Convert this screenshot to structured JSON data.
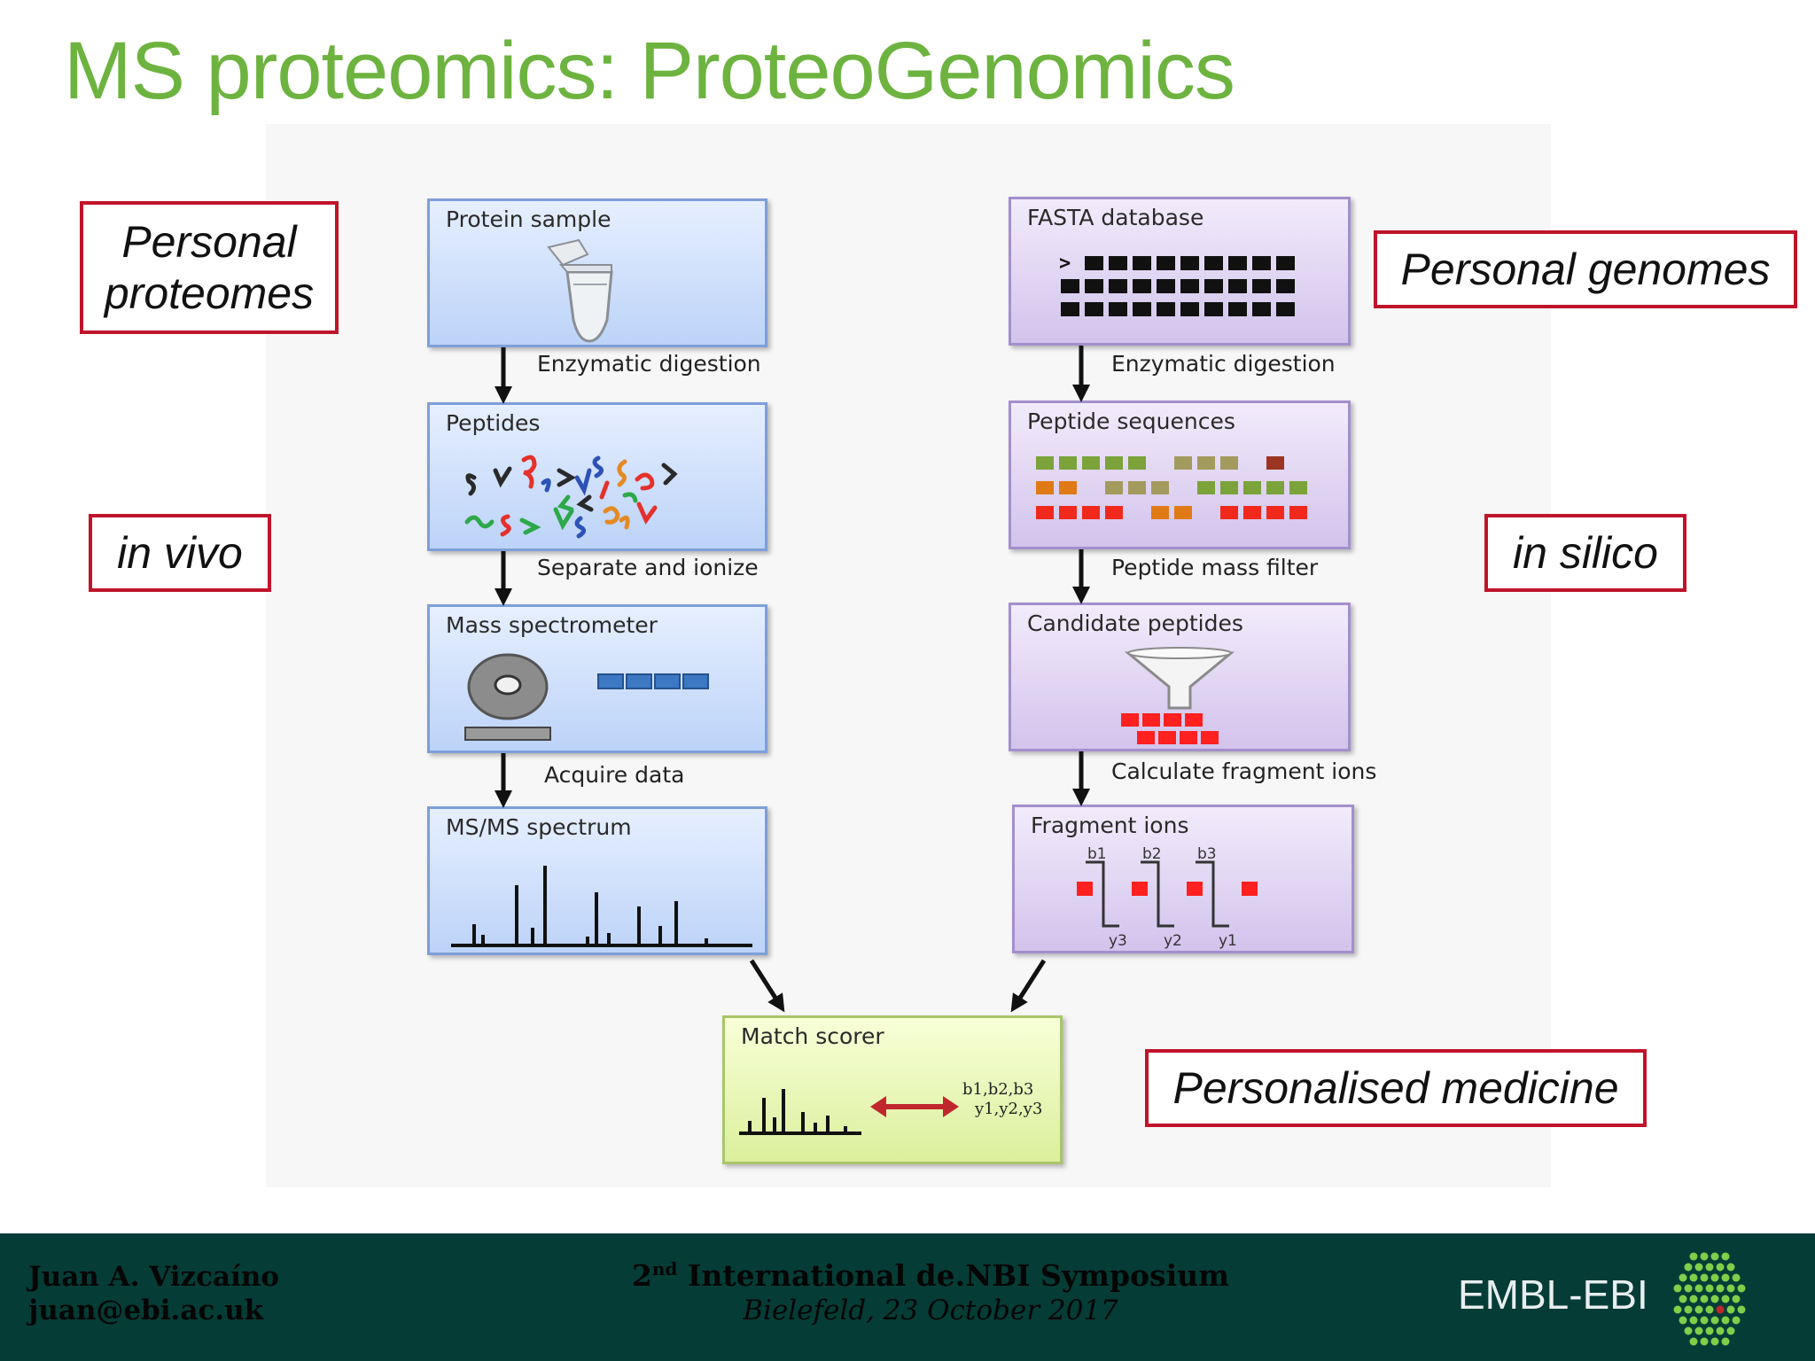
{
  "slide": {
    "title": "MS proteomics: ProteoGenomics"
  },
  "left_column": {
    "protein_sample": "Protein sample",
    "step_digestion": "Enzymatic digestion",
    "peptides": "Peptides",
    "step_separate": "Separate and ionize",
    "mass_spectrometer": "Mass spectrometer",
    "step_acquire": "Acquire data",
    "msms_spectrum": "MS/MS spectrum"
  },
  "right_column": {
    "fasta_database": "FASTA database",
    "fasta_prompt": ">",
    "step_digestion": "Enzymatic digestion",
    "peptide_sequences": "Peptide sequences",
    "step_mass_filter": "Peptide mass filter",
    "candidate_peptides": "Candidate peptides",
    "step_fragment": "Calculate fragment ions",
    "fragment_ions": "Fragment ions",
    "b_ions": [
      "b1",
      "b2",
      "b3"
    ],
    "y_ions": [
      "y3",
      "y2",
      "y1"
    ]
  },
  "match": {
    "title": "Match scorer",
    "b_list": "b1,b2,b3",
    "y_list": "y1,y2,y3"
  },
  "callouts": {
    "personal_proteomes_1": "Personal",
    "personal_proteomes_2": "proteomes",
    "personal_genomes": "Personal genomes",
    "in_vivo": "in vivo",
    "in_silico": "in silico",
    "personalised_medicine": "Personalised medicine"
  },
  "footer": {
    "author": "Juan A. Vizcaíno",
    "email": "juan@ebi.ac.uk",
    "event_ordinal": "2",
    "event_suffix": "nd",
    "event_name": "International de.NBI Symposium",
    "place_date": "Bielefeld, 23 October 2017",
    "logo_text": "EMBL-EBI"
  },
  "colors": {
    "title_green": "#6db33f",
    "callout_red": "#c0142a",
    "footer_bg": "#053c36",
    "peptide_green": "#7ba33a",
    "peptide_olive": "#a39a5e",
    "peptide_orange": "#e07a16",
    "peptide_red": "#f0291c",
    "peptide_dark": "#9b3522",
    "ion_red": "#ff2020"
  }
}
